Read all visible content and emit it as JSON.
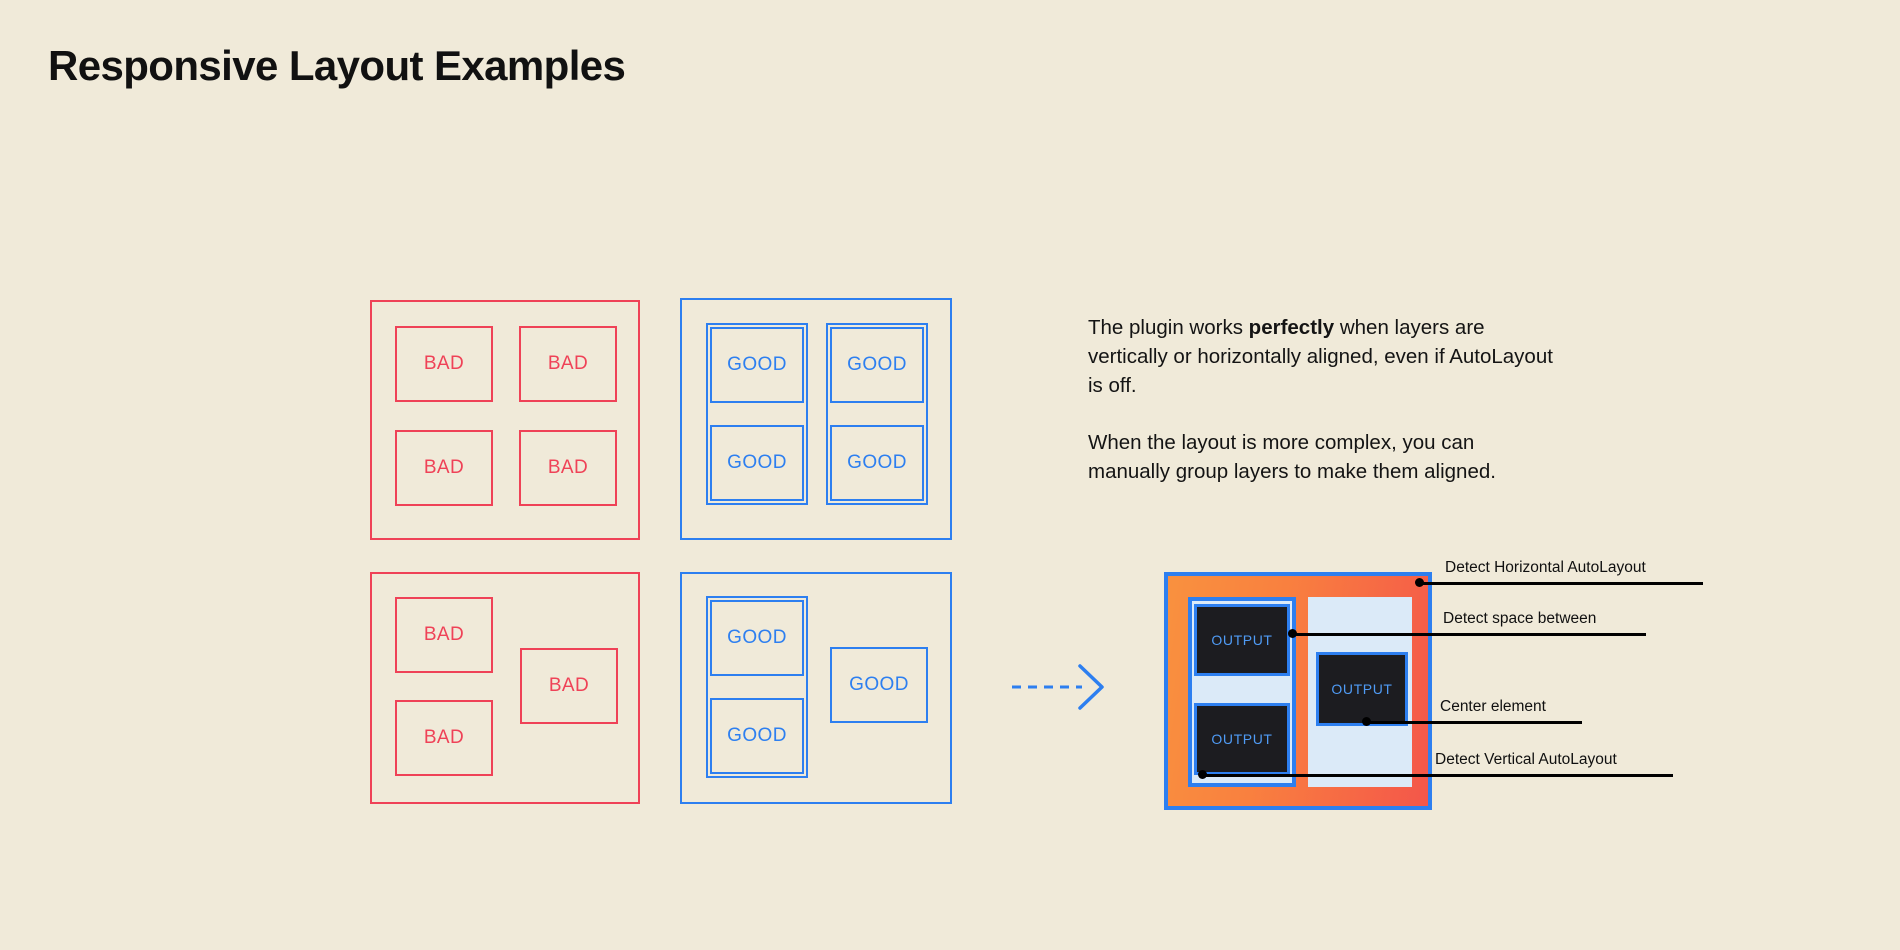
{
  "page": {
    "title": "Responsive Layout Examples",
    "background_color": "#f0ead9"
  },
  "colors": {
    "bad": "#ef4257",
    "good": "#2d7ff0",
    "text": "#111111",
    "mockup_orange": "#f9903f",
    "mockup_red": "#f4564a",
    "panel_blue": "#dbeaf8",
    "output_dark": "#1c1c20",
    "output_text": "#4f9bf5"
  },
  "examples": {
    "bad_grid": {
      "kind": "bad",
      "label": "BAD",
      "cells": [
        "BAD",
        "BAD",
        "BAD",
        "BAD"
      ]
    },
    "good_grid": {
      "kind": "good",
      "label": "GOOD",
      "cells": [
        "GOOD",
        "GOOD",
        "GOOD",
        "GOOD"
      ]
    },
    "bad_complex": {
      "kind": "bad",
      "label": "BAD",
      "cells": [
        "BAD",
        "BAD",
        "BAD"
      ]
    },
    "good_complex": {
      "kind": "good",
      "label": "GOOD",
      "cells": [
        "GOOD",
        "GOOD",
        "GOOD"
      ]
    }
  },
  "copy": {
    "paragraph1_part1": "The plugin works ",
    "paragraph1_bold": "perfectly",
    "paragraph1_part2": " when layers are vertically or horizontally aligned, even if AutoLayout is off.",
    "paragraph2": "When the layout is more complex, you can manually group layers to make them aligned."
  },
  "arrow": {
    "name": "dashed-right-arrow",
    "style": "dashed",
    "direction": "right",
    "color": "#2d7ff0"
  },
  "mockup": {
    "outputs": [
      "OUTPUT",
      "OUTPUT",
      "OUTPUT"
    ],
    "callouts": [
      {
        "text": "Detect Horizontal AutoLayout"
      },
      {
        "text": "Detect space between"
      },
      {
        "text": "Center element"
      },
      {
        "text": "Detect Vertical AutoLayout"
      }
    ]
  }
}
